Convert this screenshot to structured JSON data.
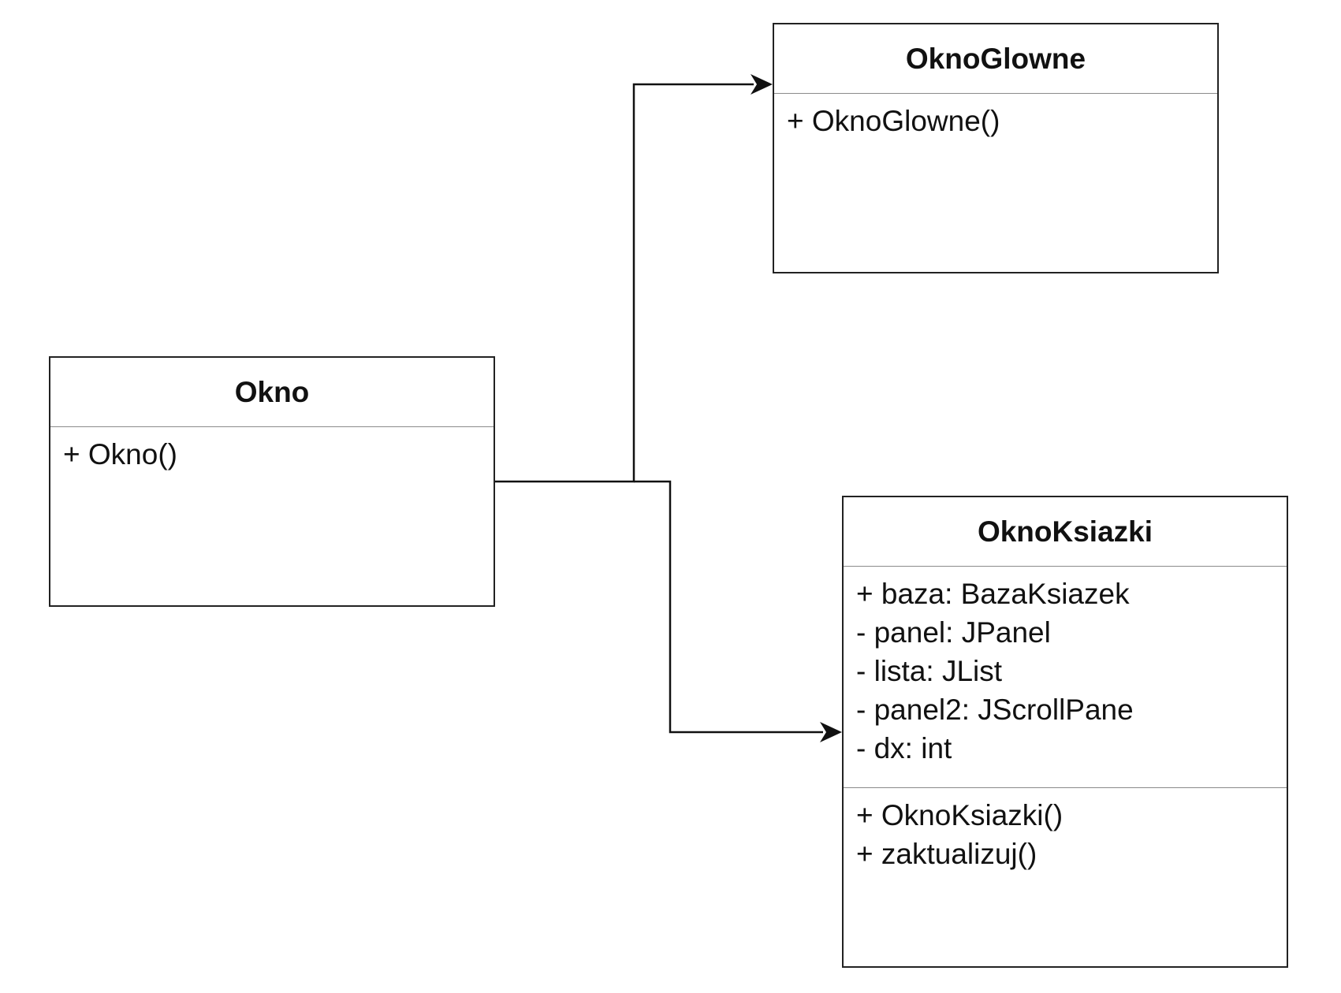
{
  "diagram": {
    "classes": {
      "okno": {
        "name": "Okno",
        "attributes": [],
        "operations": [
          "+ Okno()"
        ]
      },
      "oknoGlowne": {
        "name": "OknoGlowne",
        "attributes": [],
        "operations": [
          "+ OknoGlowne()"
        ]
      },
      "oknoKsiazki": {
        "name": "OknoKsiazki",
        "attributes": [
          "+ baza: BazaKsiazek",
          "- panel: JPanel",
          "- lista: JList",
          "- panel2: JScrollPane",
          "- dx: int"
        ],
        "operations": [
          "+ OknoKsiazki()",
          "+ zaktualizuj()"
        ]
      }
    },
    "relations": [
      {
        "from": "okno",
        "to": "oknoGlowne",
        "arrow": "open-filled"
      },
      {
        "from": "okno",
        "to": "oknoKsiazki",
        "arrow": "open-filled"
      }
    ],
    "colors": {
      "line": "#111111",
      "border": "#222222",
      "divider": "#8a8a8a",
      "background": "#ffffff"
    }
  }
}
